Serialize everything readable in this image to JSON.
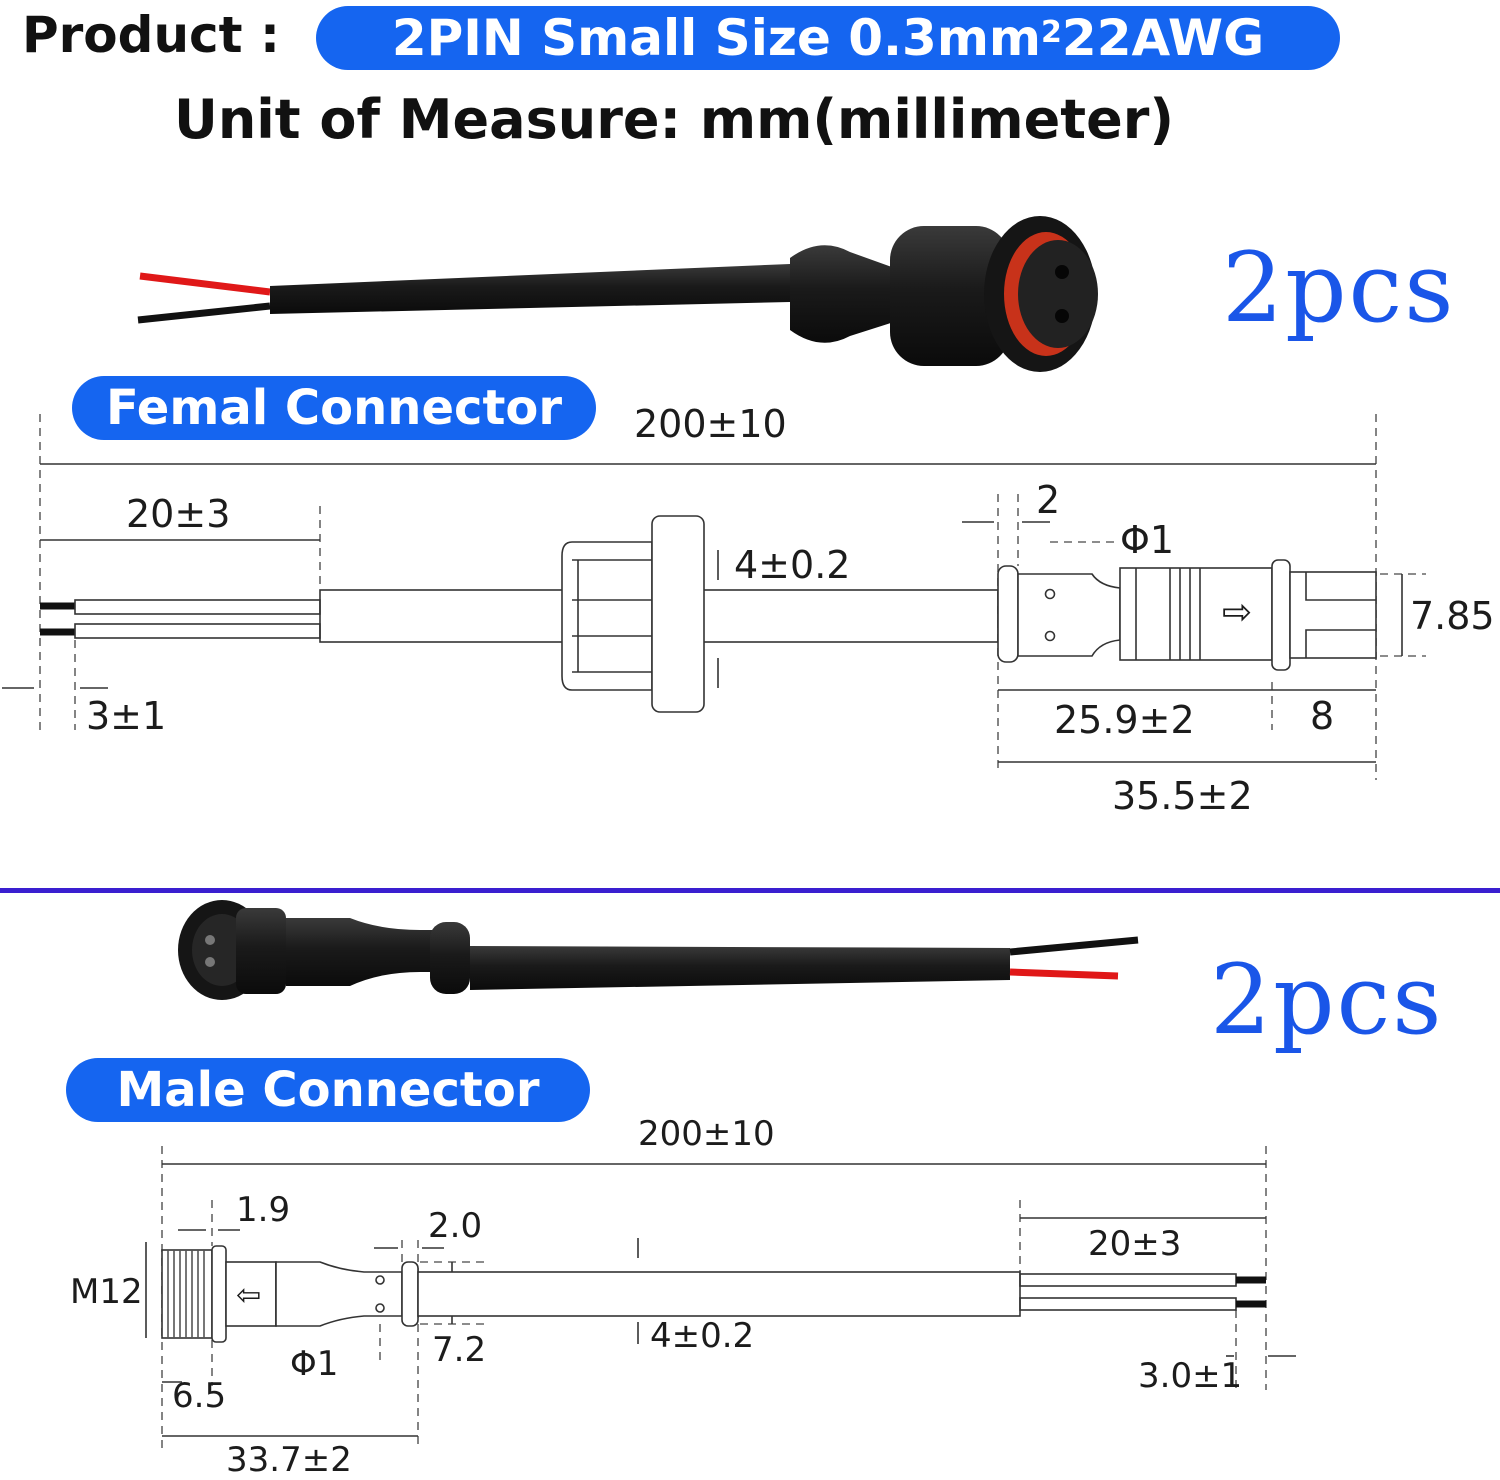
{
  "header": {
    "product_label": "Product :",
    "product_value": "2PIN Small Size  0.3mm",
    "product_sup": "2",
    "product_awg": " 22AWG",
    "unit_line": "Unit of Measure:  mm(millimeter)"
  },
  "female": {
    "title": "Femal Connector",
    "quantity": "2pcs",
    "dims": {
      "total_length": "200±10",
      "strip_length": "20±3",
      "tinned_end": "3±1",
      "cable_diameter": "4±0.2",
      "head_gap": "2",
      "pin_diameter": "Φ1",
      "body_diameter": "7.85",
      "body_length": "25.9±2",
      "tip_length": "8",
      "head_total": "35.5±2"
    },
    "arrow_symbol": "⇨"
  },
  "male": {
    "title": "Male Connector",
    "quantity": "2pcs",
    "dims": {
      "total_length": "200±10",
      "thread_gap": "1.9",
      "head_gap": "2.0",
      "thread_size": "M12",
      "strip_length": "20±3",
      "cable_diameter": "4±0.2",
      "pin_diameter": "Φ1",
      "body_diameter": "7.2",
      "thread_length": "6.5",
      "tinned_end": "3.0±1",
      "head_total": "33.7±2"
    },
    "arrow_symbol": "⇦"
  },
  "colors": {
    "accent_blue": "#1565f0",
    "quantity_blue": "#1a56e8",
    "divider_purple": "#3a1fd0",
    "wire_red": "#e01818",
    "wire_black": "#111111"
  }
}
